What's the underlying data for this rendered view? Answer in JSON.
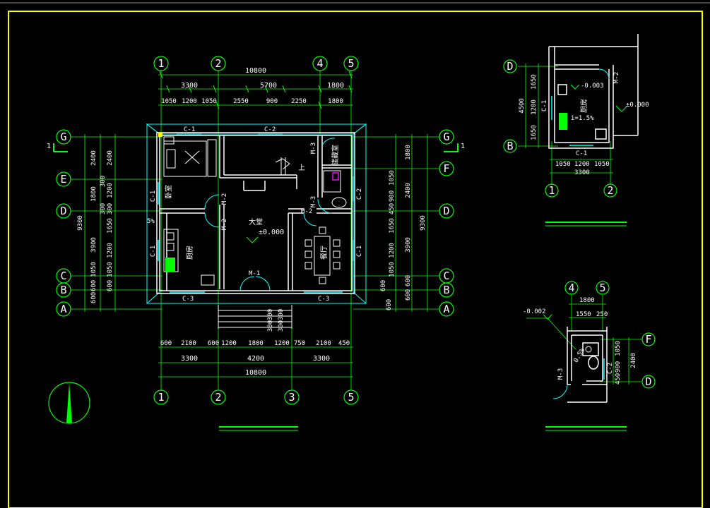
{
  "colors": {
    "frame": "#ffff00",
    "wall": "#ffffff",
    "axis": "#00ff00",
    "window": "#00ffff",
    "accent": "#ff00ff",
    "dim": "#ffffff"
  },
  "icons": [
    "north-arrow-icon",
    "bed-icon",
    "dining-table-icon",
    "toilet-icon",
    "stove-icon",
    "door-swing-icon"
  ],
  "main_plan": {
    "axes_top": [
      "1",
      "2",
      "4",
      "5"
    ],
    "axes_bottom": [
      "1",
      "2",
      "3",
      "5"
    ],
    "axes_left": [
      "G",
      "E",
      "D",
      "C",
      "B",
      "A"
    ],
    "axes_right": [
      "G",
      "F",
      "D",
      "C",
      "B",
      "A"
    ],
    "dims_top_total": "10800",
    "dims_top_mid": [
      "3300",
      "5700",
      "1800"
    ],
    "dims_top_inner": [
      "1050",
      "1200",
      "1050",
      "2550",
      "900",
      "2250",
      "1800"
    ],
    "dims_bottom_inner": [
      "600",
      "2100",
      "600",
      "1200",
      "1800",
      "1200",
      "750",
      "2100",
      "450"
    ],
    "dims_bottom_mid": [
      "3300",
      "4200",
      "3300"
    ],
    "dims_bottom_total": "10800",
    "dims_left_outer": [
      "2400",
      "1800",
      "300",
      "3900",
      "1050",
      "600",
      "600"
    ],
    "dims_left_inner": [
      "2400",
      "300",
      "1200",
      "300",
      "1650",
      "1200",
      "1050",
      "600"
    ],
    "dims_left_total": "9300",
    "dims_right_inner": [
      "1800",
      "1050",
      "2400",
      "450",
      "900",
      "1650",
      "1200",
      "1050",
      "600",
      "600"
    ],
    "dims_right_outer": [
      "3900",
      "600",
      "600"
    ],
    "dims_right_total": "9300",
    "steps_dims": [
      "300",
      "300",
      "300",
      "300"
    ],
    "rooms": {
      "bedroom": "卧室",
      "kitchen": "厨房",
      "hall": "大堂",
      "dining": "餐厅",
      "storage": "储藏室"
    },
    "hall_level": "±0.000",
    "stair_up": "上",
    "slope": "5%",
    "windows": [
      "C-1",
      "C-2",
      "C-1",
      "C-1",
      "C-2",
      "C-1",
      "C-3",
      "C-3"
    ],
    "doors": [
      "M-1",
      "M-2",
      "M-2",
      "M-2",
      "M-3",
      "M-3"
    ],
    "section_mark": "1"
  },
  "kitchen_detail": {
    "axes_left": [
      "D",
      "B"
    ],
    "axes_bottom": [
      "1",
      "2"
    ],
    "room": "厨房",
    "slope": "i=1.5%",
    "level_in": "-0.003",
    "level_out": "±0.000",
    "window": "C-1",
    "door": "M-2",
    "dims_left": [
      "1650",
      "1200",
      "1650"
    ],
    "dims_left_total": "4500",
    "dims_bottom": [
      "1050",
      "1200",
      "1050"
    ],
    "dims_bottom_total": "3300"
  },
  "bath_detail": {
    "axes_top": [
      "4",
      "5"
    ],
    "axes_right": [
      "F",
      "D"
    ],
    "level": "-0.002",
    "slope": "0.5%",
    "window": "C-2",
    "door": "M-3",
    "dims_top_total": "1800",
    "dims_top": [
      "1550",
      "250"
    ],
    "dims_right": [
      "1050",
      "900",
      "450"
    ],
    "dims_right_total": "2400"
  }
}
